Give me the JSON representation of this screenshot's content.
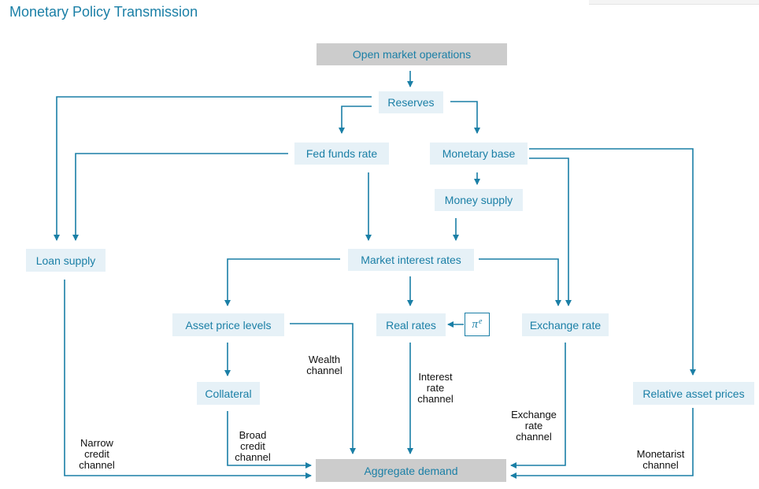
{
  "title": "Monetary Policy Transmission",
  "nodes": {
    "open_market_operations": "Open market operations",
    "reserves": "Reserves",
    "fed_funds_rate": "Fed funds rate",
    "monetary_base": "Monetary base",
    "money_supply": "Money supply",
    "loan_supply": "Loan supply",
    "market_interest_rates": "Market interest rates",
    "asset_price_levels": "Asset price levels",
    "real_rates": "Real rates",
    "pi_symbol": "π",
    "pi_superscript": "e",
    "exchange_rate": "Exchange rate",
    "collateral": "Collateral",
    "relative_asset_prices": "Relative asset prices",
    "aggregate_demand": "Aggregate demand"
  },
  "channels": {
    "wealth": [
      "Wealth",
      "channel"
    ],
    "interest_rate": [
      "Interest",
      "rate",
      "channel"
    ],
    "exchange_rate": [
      "Exchange",
      "rate",
      "channel"
    ],
    "narrow_credit": [
      "Narrow",
      "credit",
      "channel"
    ],
    "broad_credit": [
      "Broad",
      "credit",
      "channel"
    ],
    "monetarist": [
      "Monetarist",
      "channel"
    ]
  },
  "colors": {
    "accent": "#1a7fa6",
    "node_fill": "#e6f1f7",
    "gray_fill": "#cccccc"
  }
}
